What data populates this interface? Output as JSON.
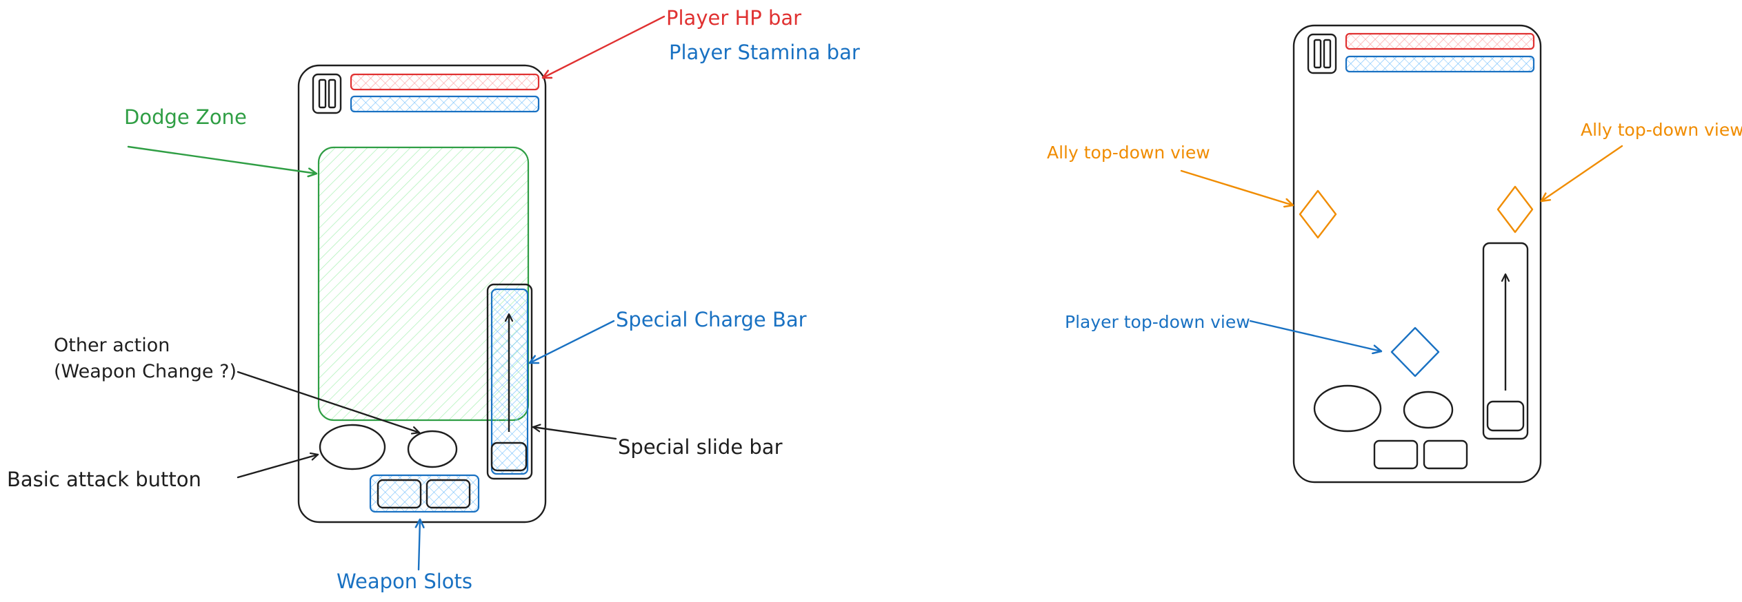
{
  "colors": {
    "ink": "#1e1e1e",
    "red": "#e03131",
    "blue": "#1971c2",
    "green": "#2f9e44",
    "orange": "#f08c00",
    "hatch_red": "#ffc9c9",
    "hatch_blue": "#a5d8ff",
    "hatch_green": "#b2f2bb"
  },
  "icons": {
    "pause": "pause-icon",
    "arrow_up": "arrow-up-icon",
    "diamond": "diamond-icon"
  },
  "annotations": {
    "player_hp_bar": "Player HP bar",
    "player_stamina_bar": "Player Stamina bar",
    "dodge_zone": "Dodge Zone",
    "special_charge_bar": "Special Charge Bar",
    "other_action_line1": "Other action",
    "other_action_line2": "(Weapon Change ?)",
    "special_slide_bar": "Special slide bar",
    "basic_attack_button": "Basic attack button",
    "weapon_slots": "Weapon Slots",
    "ally_top_down_left": "Ally top-down view",
    "ally_top_down_right": "Ally top-down view",
    "player_top_down": "Player top-down view"
  }
}
